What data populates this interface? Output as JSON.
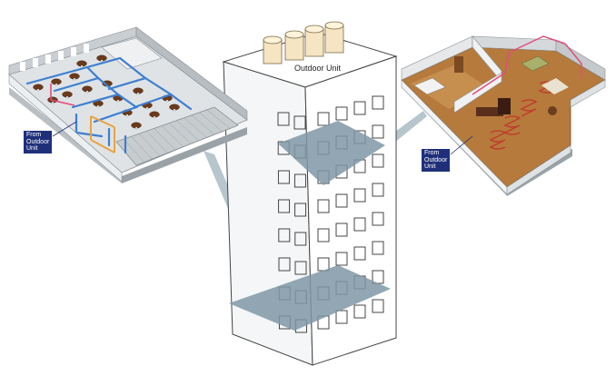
{
  "building": {
    "outdoor_unit_label": "Outdoor Unit"
  },
  "callouts": {
    "left_from": "From",
    "left_outdoor": "Outdoor",
    "left_unit": "Unit",
    "right_from": "From",
    "right_outdoor": "Outdoor",
    "right_unit": "Unit"
  },
  "colors": {
    "tag_background": "#1f2f7a",
    "pipe_blue": "#3d7fd0",
    "pipe_pink": "#e24c7a",
    "floor_highlight": "#7f98a6",
    "wood_floor": "#b57a3c",
    "heating_coil": "#c0392b"
  }
}
